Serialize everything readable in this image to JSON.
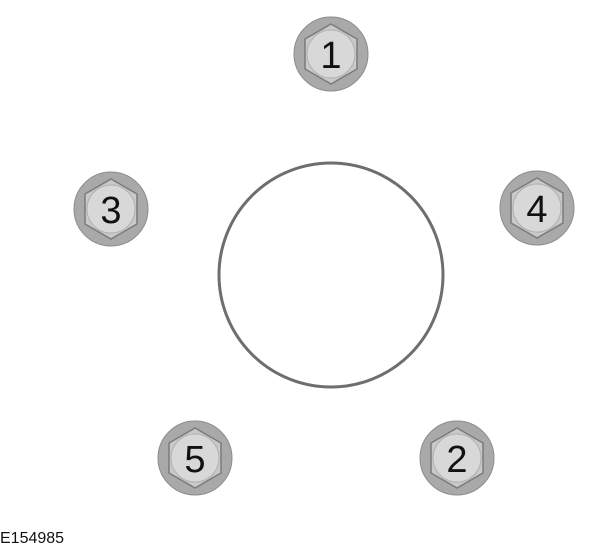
{
  "figure_code": "E154985",
  "colors": {
    "hub_outline": "#6e6e6e",
    "nut_outer": "#a9a9a9",
    "nut_outer_edge": "#8c8c8c",
    "nut_hex": "#c9c9c9",
    "nut_hex_edge": "#7a7a7a",
    "nut_face": "#d8d8d8",
    "label": "#111111"
  },
  "lug_nuts": [
    {
      "id": "nut-1",
      "label": "1"
    },
    {
      "id": "nut-2",
      "label": "2"
    },
    {
      "id": "nut-3",
      "label": "3"
    },
    {
      "id": "nut-4",
      "label": "4"
    },
    {
      "id": "nut-5",
      "label": "5"
    }
  ]
}
